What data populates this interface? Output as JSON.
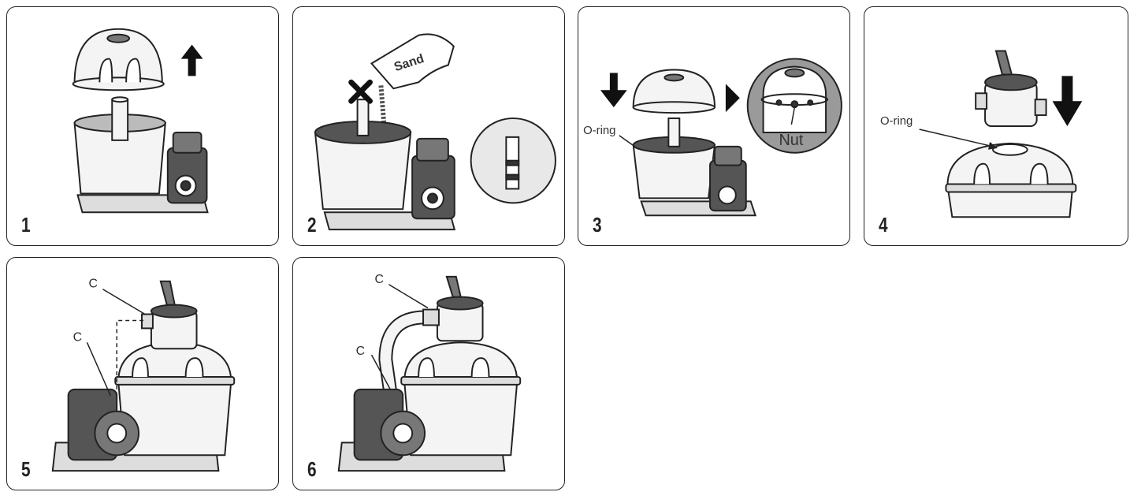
{
  "panels": [
    {
      "number": "1"
    },
    {
      "number": "2",
      "sand_label": "Sand"
    },
    {
      "number": "3",
      "oring_label": "O-ring",
      "nut_label": "Nut"
    },
    {
      "number": "4",
      "oring_label": "O-ring"
    },
    {
      "number": "5",
      "c_label_top": "C",
      "c_label_bottom": "C"
    },
    {
      "number": "6",
      "c_label_top": "C",
      "c_label_bottom": "C"
    }
  ],
  "colors": {
    "line": "#222222",
    "fill_light": "#f4f4f4",
    "fill_dark": "#333333",
    "gray": "#9a9a9a"
  }
}
